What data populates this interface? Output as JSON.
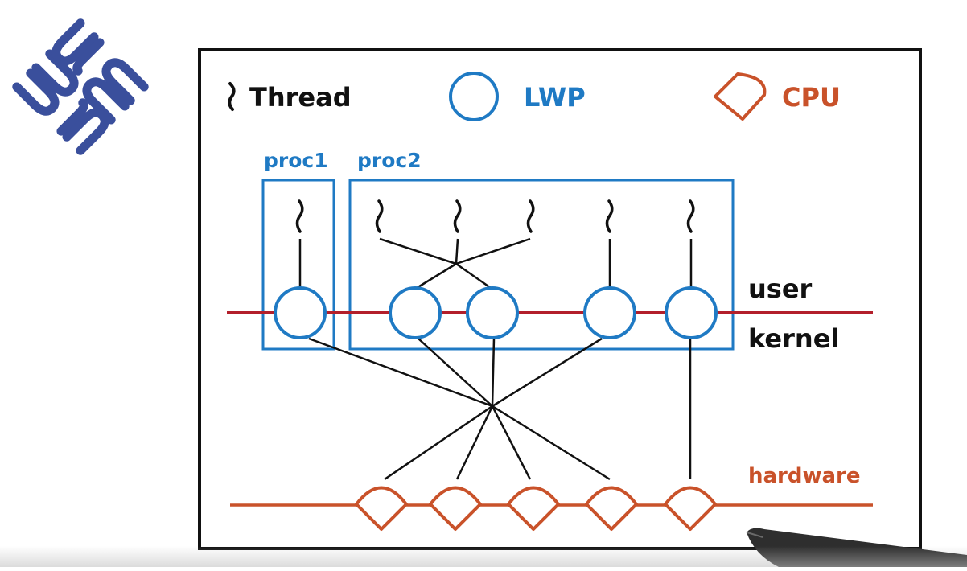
{
  "legend": {
    "thread_label": "Thread",
    "lwp_label": "LWP",
    "cpu_label": "CPU"
  },
  "processes": [
    {
      "label": "proc1"
    },
    {
      "label": "proc2"
    }
  ],
  "layers": {
    "user": "user",
    "kernel": "kernel",
    "hardware": "hardware"
  },
  "colors": {
    "black": "#111111",
    "lwp_blue": "#1f7ac4",
    "cpu_orange": "#c9522a",
    "boundary_red": "#b31f2b",
    "logo_blue": "#3a4f9c"
  },
  "icons": {
    "logo": "sun-microsystems-logo",
    "thread": "wavy-thread-icon",
    "lwp": "circle-lwp-icon",
    "cpu": "rounded-diamond-cpu-icon",
    "pen": "stylus-icon"
  }
}
